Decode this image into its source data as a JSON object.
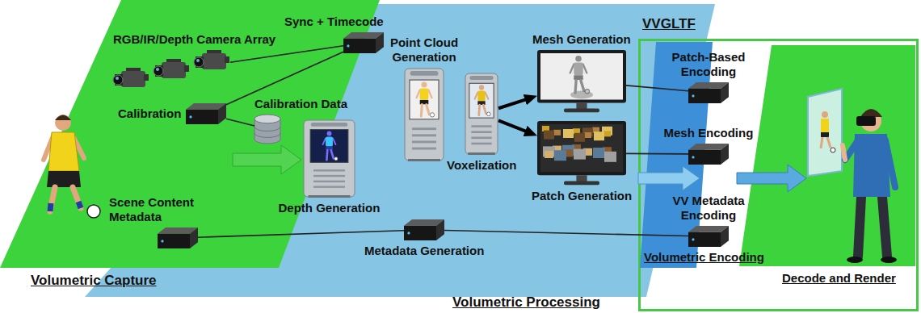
{
  "diagram": {
    "nodes": [
      {
        "text": [
          "Volumetric Capture"
        ]
      },
      {
        "text": [
          "RGB/IR/Depth Camera Array"
        ],
        "in": 0
      },
      {
        "text": [
          "Sync + Timecode"
        ],
        "in": 0
      },
      {
        "text": [
          "Calibration"
        ],
        "in": 0
      },
      {
        "text": [
          "Scene Content Metadata"
        ],
        "in": 0
      },
      {
        "text": [
          "Volumetric Processing"
        ]
      },
      {
        "text": [
          "Calibration Data"
        ],
        "in": 5
      },
      {
        "text": [
          "Depth Generation"
        ],
        "in": 5
      },
      {
        "text": [
          "Point Cloud Generation"
        ],
        "in": 5
      },
      {
        "text": [
          "Voxelization"
        ],
        "in": 5
      },
      {
        "text": [
          "Mesh Generation"
        ],
        "in": 5
      },
      {
        "text": [
          "Patch Generation"
        ],
        "in": 5
      },
      {
        "text": [
          "Metadata Generation"
        ],
        "in": 5
      },
      {
        "text": [
          "VVGLTF"
        ]
      },
      {
        "text": [
          "Volumetric Encoding"
        ],
        "in": 13
      },
      {
        "text": [
          "Patch-Based Encoding"
        ],
        "in": 14
      },
      {
        "text": [
          "Mesh Encoding"
        ],
        "in": 14
      },
      {
        "text": [
          "VV Metadata Encoding"
        ],
        "in": 14
      },
      {
        "text": [
          "Decode and Render"
        ],
        "in": 13
      }
    ],
    "edges": [
      {
        "from": 1,
        "to": 2,
        "arrow": "none"
      },
      {
        "from": 2,
        "to": 3,
        "arrow": "none"
      },
      {
        "from": 3,
        "to": 6,
        "arrow": "none"
      },
      {
        "from": 9,
        "to": 10,
        "arrow": "to"
      },
      {
        "from": 9,
        "to": 11,
        "arrow": "to"
      },
      {
        "from": 10,
        "to": 15,
        "arrow": "none"
      },
      {
        "from": 11,
        "to": 16,
        "arrow": "none"
      },
      {
        "from": 4,
        "to": 12,
        "arrow": "none"
      },
      {
        "from": 12,
        "to": 17,
        "arrow": "none"
      }
    ]
  }
}
